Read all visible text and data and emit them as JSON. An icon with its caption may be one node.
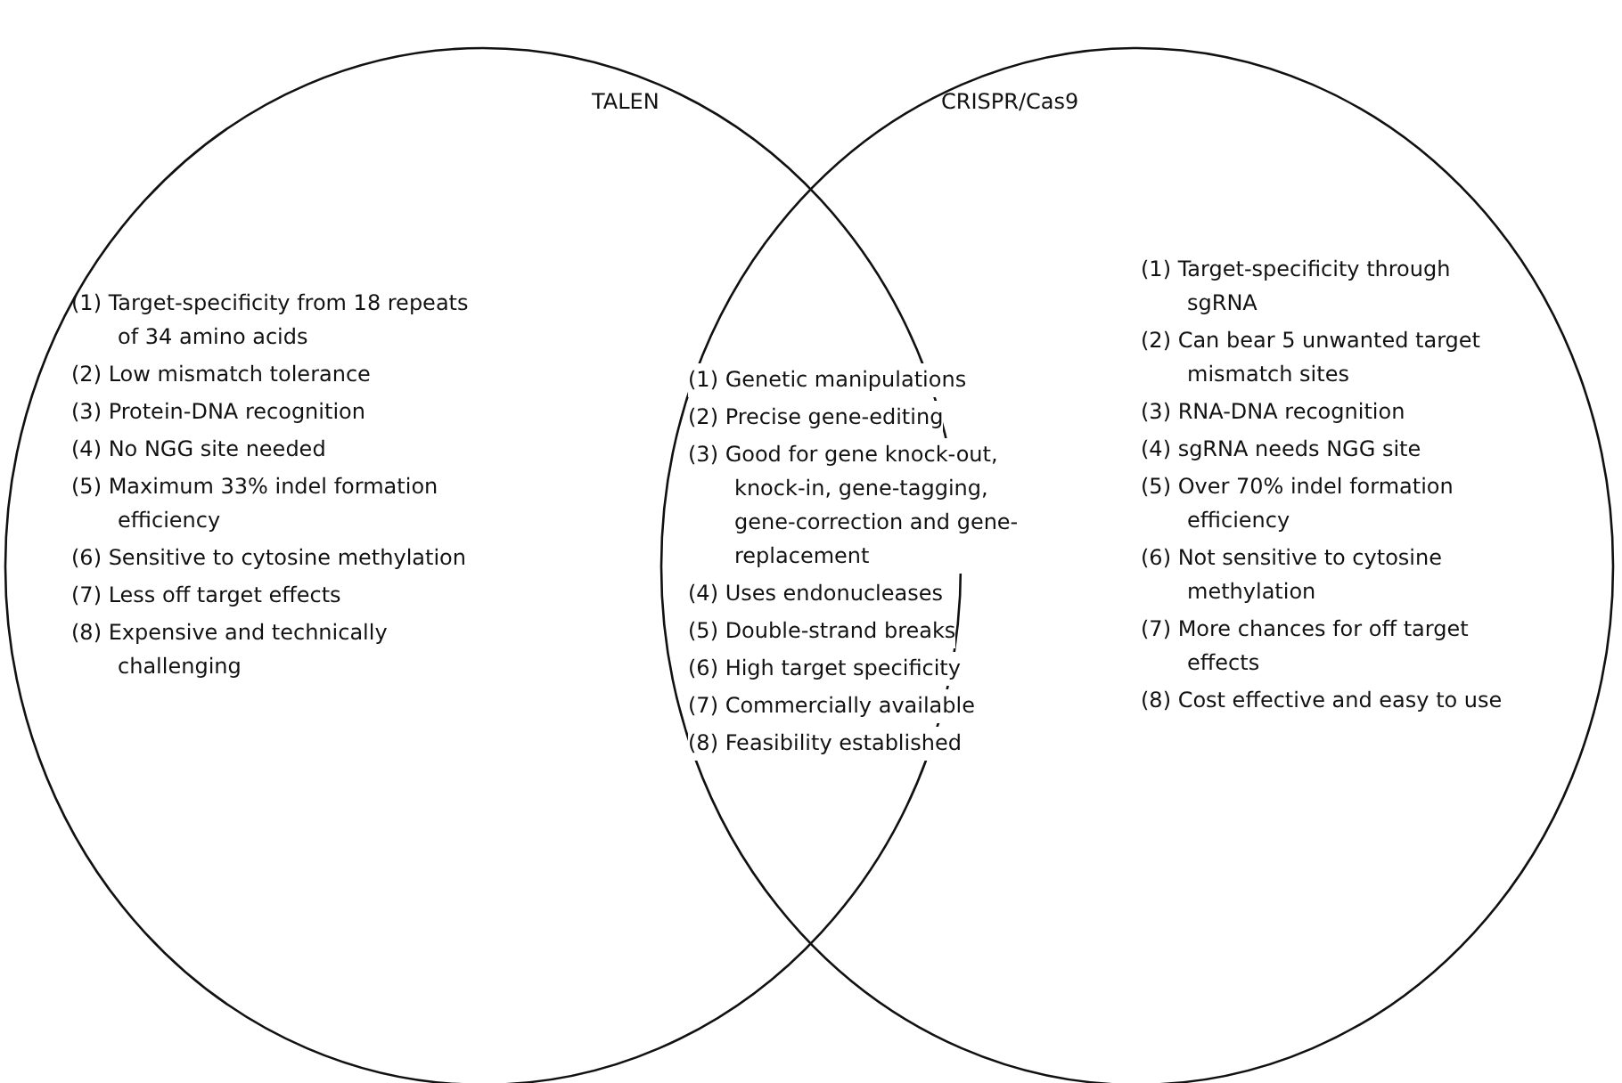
{
  "diagram": {
    "nodes": [
      {
        "text": [
          "TALEN",
          "(1) Target-specificity from 18 repeats of 34 amino acids",
          "(2) Low mismatch tolerance",
          "(3) Protein-DNA recognition",
          "(4) No NGG site needed",
          "(5) Maximum 33% indel formation efficiency",
          "(6) Sensitive to cytosine methylation",
          "(7) Less off target effects",
          "(8) Expensive and technically challenging"
        ]
      },
      {
        "text": [
          "CRISPR/Cas9",
          "(1) Target-specificity through sgRNA",
          "(2) Can bear 5 unwanted target mismatch sites",
          "(3) RNA-DNA recognition",
          "(4) sgRNA needs NGG site",
          "(5) Over 70% indel formation efficiency",
          "(6) Not sensitive to cytosine methylation",
          "(7) More chances for off target effects",
          "(8) Cost effective and easy to use"
        ]
      }
    ],
    "labels": [
      "(1) Genetic manipulations",
      "(2) Precise gene-editing",
      "(3) Good for gene knock-out, knock-in, gene-tagging, gene-correction and gene-replacement",
      "(4) Uses endonucleases",
      "(5) Double-strand breaks",
      "(6) High target specificity",
      "(7) Commercially available",
      "(8) Feasibility established"
    ]
  }
}
